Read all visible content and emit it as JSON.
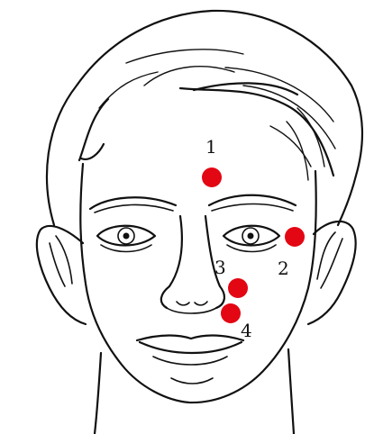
{
  "figure": {
    "subject": "face-outline",
    "point_color": "#e30613",
    "points": [
      {
        "label": "1"
      },
      {
        "label": "2"
      },
      {
        "label": "3"
      },
      {
        "label": "4"
      }
    ]
  }
}
